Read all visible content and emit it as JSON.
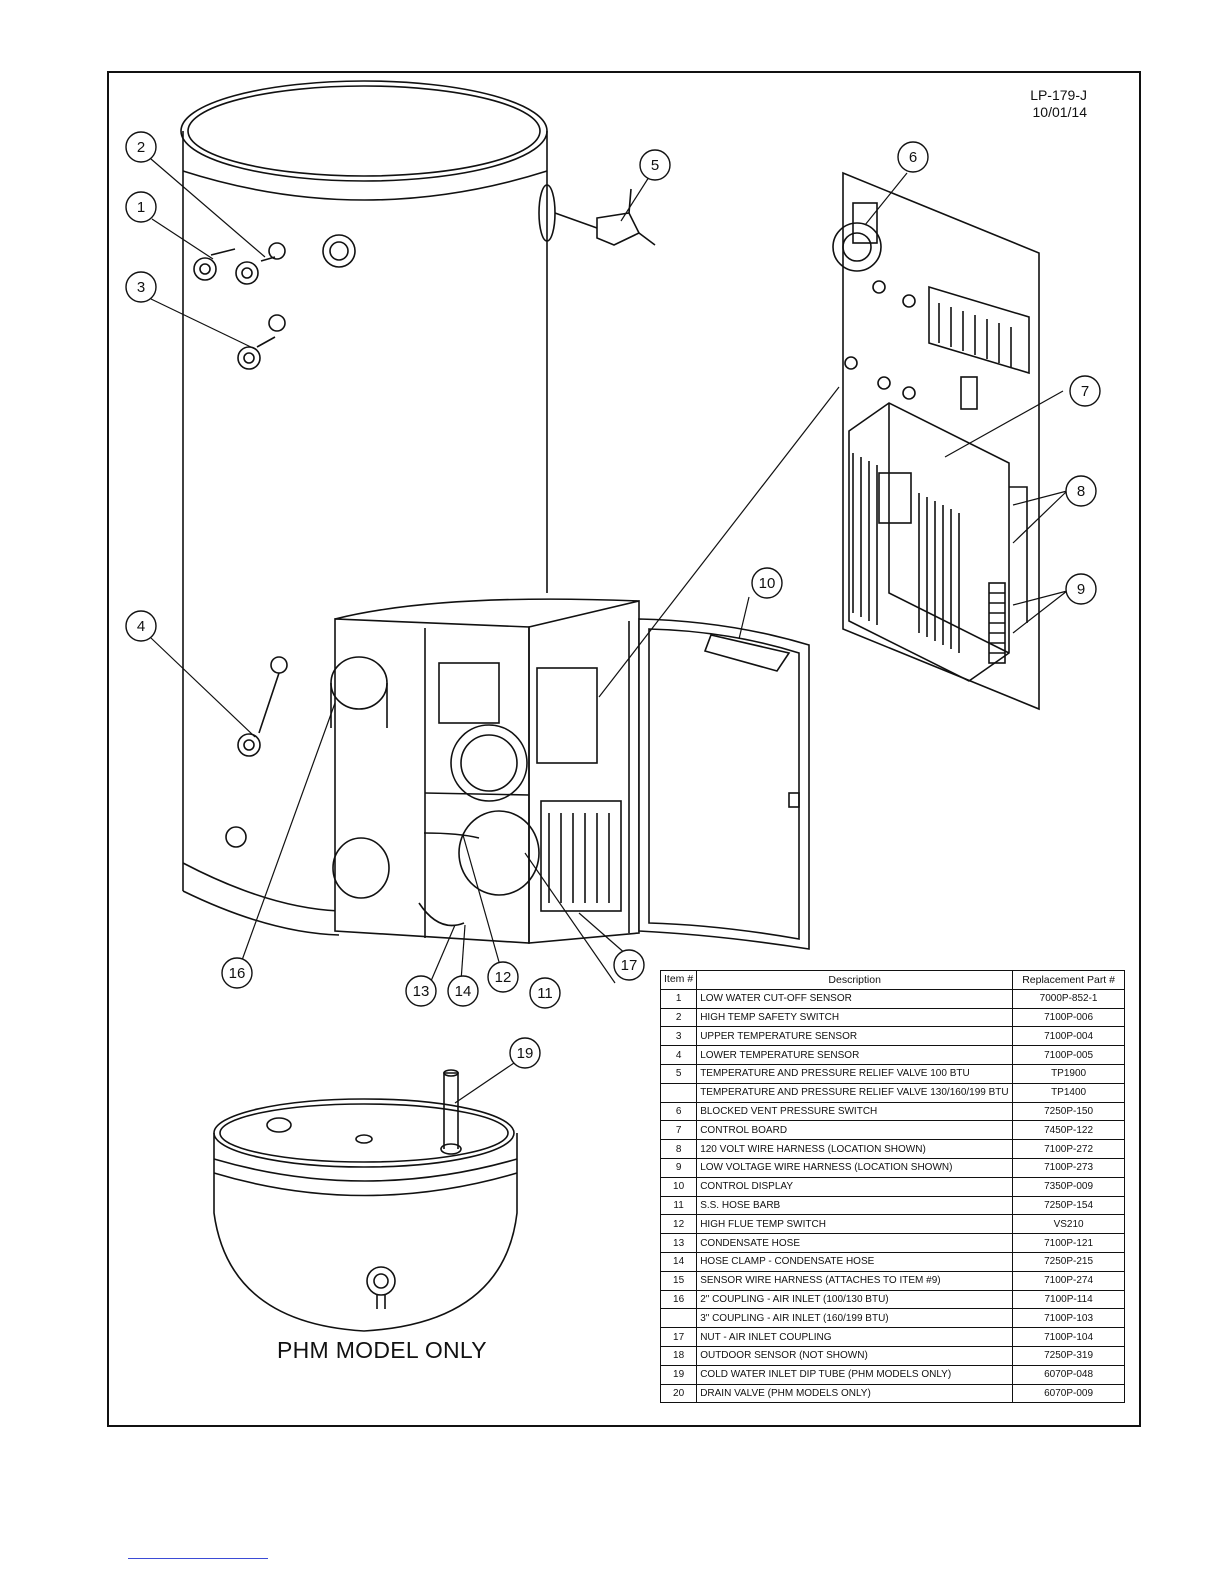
{
  "document": {
    "code": "LP-179-J",
    "date": "10/01/14",
    "model_note": "PHM MODEL ONLY"
  },
  "callouts": [
    "1",
    "2",
    "3",
    "4",
    "5",
    "6",
    "7",
    "8",
    "9",
    "10",
    "11",
    "12",
    "13",
    "14",
    "16",
    "17",
    "19"
  ],
  "parts_table": {
    "headers": {
      "item": "Item #",
      "description": "Description",
      "part": "Replacement Part #"
    },
    "rows": [
      {
        "item": "1",
        "description": "LOW WATER CUT-OFF SENSOR",
        "part": "7000P-852-1"
      },
      {
        "item": "2",
        "description": "HIGH TEMP SAFETY SWITCH",
        "part": "7100P-006"
      },
      {
        "item": "3",
        "description": "UPPER TEMPERATURE SENSOR",
        "part": "7100P-004"
      },
      {
        "item": "4",
        "description": "LOWER TEMPERATURE SENSOR",
        "part": "7100P-005"
      },
      {
        "item": "5",
        "description": "TEMPERATURE AND PRESSURE RELIEF VALVE 100 BTU",
        "part": "TP1900"
      },
      {
        "item": "",
        "description": "TEMPERATURE AND PRESSURE RELIEF VALVE 130/160/199 BTU",
        "part": "TP1400"
      },
      {
        "item": "6",
        "description": "BLOCKED VENT PRESSURE SWITCH",
        "part": "7250P-150"
      },
      {
        "item": "7",
        "description": "CONTROL BOARD",
        "part": "7450P-122"
      },
      {
        "item": "8",
        "description": "120 VOLT WIRE HARNESS (LOCATION SHOWN)",
        "part": "7100P-272"
      },
      {
        "item": "9",
        "description": "LOW VOLTAGE WIRE HARNESS (LOCATION SHOWN)",
        "part": "7100P-273"
      },
      {
        "item": "10",
        "description": "CONTROL DISPLAY",
        "part": "7350P-009"
      },
      {
        "item": "11",
        "description": "S.S. HOSE BARB",
        "part": "7250P-154"
      },
      {
        "item": "12",
        "description": "HIGH FLUE TEMP SWITCH",
        "part": "VS210"
      },
      {
        "item": "13",
        "description": "CONDENSATE HOSE",
        "part": "7100P-121"
      },
      {
        "item": "14",
        "description": "HOSE CLAMP - CONDENSATE HOSE",
        "part": "7250P-215"
      },
      {
        "item": "15",
        "description": "SENSOR WIRE HARNESS (ATTACHES TO ITEM #9)",
        "part": "7100P-274"
      },
      {
        "item": "16",
        "description": "2\" COUPLING - AIR INLET (100/130 BTU)",
        "part": "7100P-114"
      },
      {
        "item": "",
        "description": "3\" COUPLING - AIR INLET (160/199 BTU)",
        "part": "7100P-103"
      },
      {
        "item": "17",
        "description": "NUT - AIR INLET COUPLING",
        "part": "7100P-104"
      },
      {
        "item": "18",
        "description": "OUTDOOR SENSOR (NOT SHOWN)",
        "part": "7250P-319"
      },
      {
        "item": "19",
        "description": "COLD WATER INLET DIP TUBE (PHM MODELS ONLY)",
        "part": "6070P-048"
      },
      {
        "item": "20",
        "description": "DRAIN VALVE (PHM MODELS ONLY)",
        "part": "6070P-009"
      }
    ]
  },
  "colors": {
    "line": "#111111",
    "link": "#3b4bd6"
  }
}
